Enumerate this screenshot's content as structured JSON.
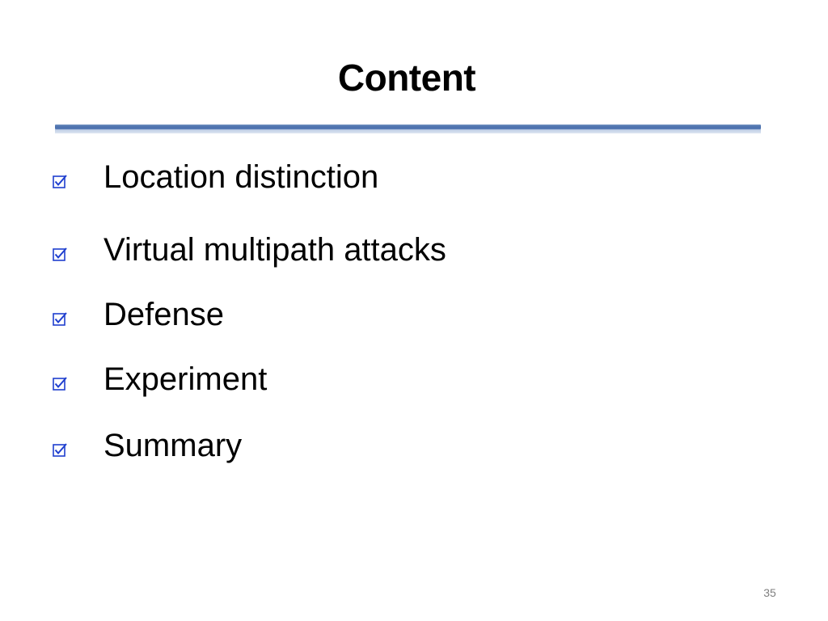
{
  "slide": {
    "title": "Content",
    "bullets": [
      {
        "label": "Location distinction",
        "icon": "checked-box-icon"
      },
      {
        "label": "Virtual multipath attacks",
        "icon": "checked-box-icon"
      },
      {
        "label": "Defense",
        "icon": "checked-box-icon"
      },
      {
        "label": "Experiment",
        "icon": "checked-box-icon"
      },
      {
        "label": "Summary",
        "icon": "checked-box-icon"
      }
    ],
    "page_number": "35"
  },
  "colors": {
    "rule": "#4a70ad",
    "rule_shadow": "#c8d5ea",
    "checkbox": "#1f3fcf",
    "text": "#000000",
    "page_number": "#7f7f7f"
  }
}
